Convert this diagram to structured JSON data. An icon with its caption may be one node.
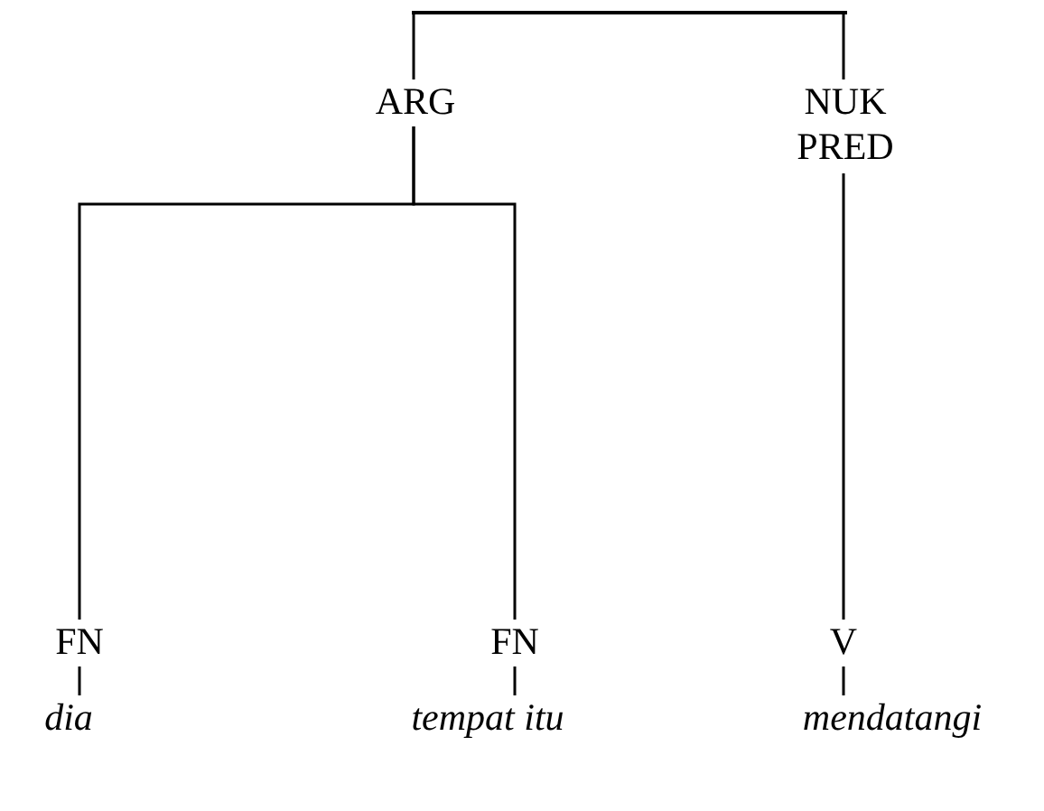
{
  "diagram": {
    "nodes": [
      {
        "text": [],
        "shape": "bar"
      },
      {
        "text": [
          "ARG"
        ]
      },
      {
        "text": [
          "NUK PRED"
        ]
      },
      {
        "text": [
          "FN"
        ]
      },
      {
        "text": [
          "FN"
        ]
      },
      {
        "text": [
          "V"
        ]
      },
      {
        "text": [
          "dia"
        ]
      },
      {
        "text": [
          "tempat itu"
        ]
      },
      {
        "text": [
          "mendatangi"
        ]
      }
    ],
    "edges": [
      {
        "from": 0,
        "to": 1,
        "arrow": "none"
      },
      {
        "from": 0,
        "to": 2,
        "arrow": "none"
      },
      {
        "from": 1,
        "to": 3,
        "arrow": "none"
      },
      {
        "from": 1,
        "to": 4,
        "arrow": "none"
      },
      {
        "from": 2,
        "to": 5,
        "arrow": "none"
      },
      {
        "from": 3,
        "to": 6,
        "arrow": "none"
      },
      {
        "from": 4,
        "to": 7,
        "arrow": "none"
      },
      {
        "from": 5,
        "to": 8,
        "arrow": "none"
      }
    ]
  }
}
